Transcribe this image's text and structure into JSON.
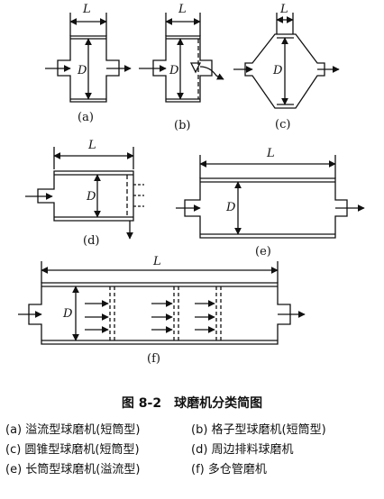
{
  "dimension_label": "L",
  "diameter_label": "D",
  "panels": [
    {
      "id": "a",
      "label": "(a)"
    },
    {
      "id": "b",
      "label": "(b)"
    },
    {
      "id": "c",
      "label": "(c)"
    },
    {
      "id": "d",
      "label": "(d)"
    },
    {
      "id": "e",
      "label": "(e)"
    },
    {
      "id": "f",
      "label": "(f)"
    }
  ],
  "caption": "图 8-2　球磨机分类简图",
  "legend": [
    "(a) 溢流型球磨机(短筒型)",
    "(b) 格子型球磨机(短筒型)",
    "(c) 圆锥型球磨机(短筒型)",
    "(d) 周边排料球磨机",
    "(e) 长筒型球磨机(溢流型)",
    "(f) 多仓管磨机"
  ]
}
